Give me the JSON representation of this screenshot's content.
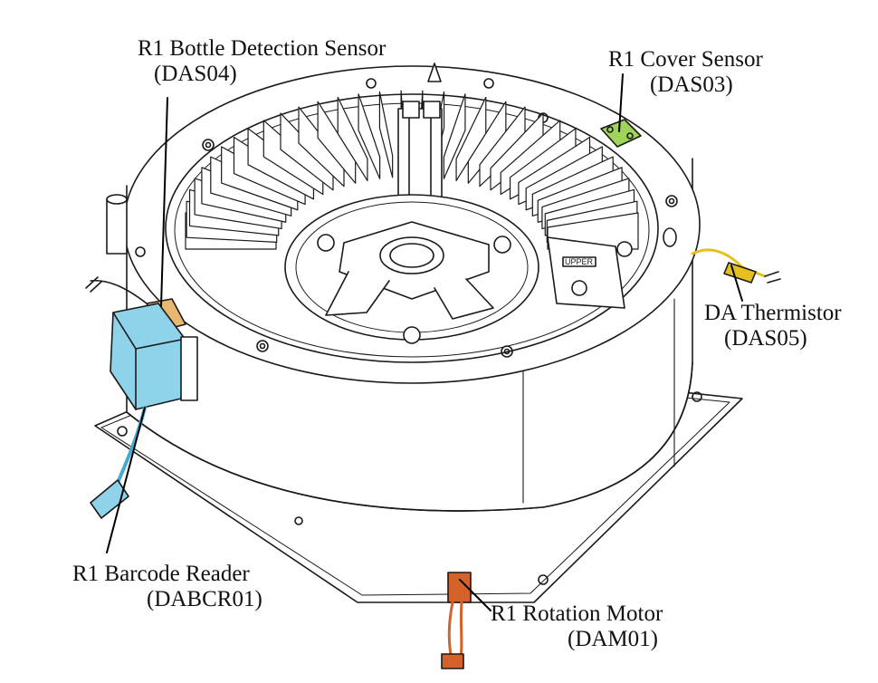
{
  "callouts": {
    "bottle_sensor": {
      "name": "R1 Bottle Detection Sensor",
      "code": "(DAS04)"
    },
    "cover_sensor": {
      "name": "R1 Cover Sensor",
      "code": "(DAS03)"
    },
    "thermistor": {
      "name": "DA Thermistor",
      "code": "(DAS05)"
    },
    "barcode_reader": {
      "name": "R1 Barcode Reader",
      "code": "(DABCR01)"
    },
    "rotation_motor": {
      "name": "R1 Rotation Motor",
      "code": "(DAM01)"
    }
  },
  "part_marking": "UPPER",
  "colors": {
    "line": "#1a1a1a",
    "cover_sensor": "#9fd35a",
    "bottle_sensor": "#e8b870",
    "barcode_reader": "#8fd3ea",
    "thermistor_wire": "#e6c020",
    "motor_wire": "#d4622a"
  }
}
